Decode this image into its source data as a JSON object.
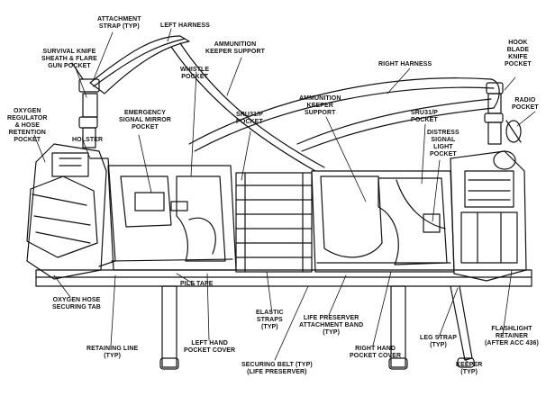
{
  "labels": {
    "attachment_strap": "ATTACHMENT\nSTRAP (TYP)",
    "left_harness": "LEFT HARNESS",
    "ammunition_keeper_support_top": "AMMUNITION\nKEEPER SUPPORT",
    "hook_blade_knife_pocket": "HOOK\nBLADE\nKNIFE\nPOCKET",
    "survival_knife": "SURVIVAL KNIFE\nSHEATH & FLARE\nGUN POCKET",
    "right_harness": "RIGHT HARNESS",
    "whistle_pocket": "WHISTLE\nPOCKET",
    "radio_pocket": "RADIO\nPOCKET",
    "oxygen_regulator": "OXYGEN\nREGULATOR\n& HOSE\nRETENTION\nPOCKET",
    "emergency_signal_mirror": "EMERGENCY\nSIGNAL MIRROR\nPOCKET",
    "sru31p_pocket_left": "SRU31/P\nPOCKET",
    "ammunition_keeper_support_mid": "AMMUNITION\nKEEPER\nSUPPORT",
    "sru31p_pocket_right": "SRU31/P\nPOCKET",
    "holster": "HOLSTER",
    "distress_signal_light": "DISTRESS\nSIGNAL\nLIGHT\nPOCKET",
    "pile_tape": "PILE TAPE",
    "elastic_straps": "ELASTIC\nSTRAPS\n(TYP)",
    "oxygen_hose_tab": "OXYGEN HOSE\nSECURING TAB",
    "life_preserver_band": "LIFE PRESERVER\nATTACHMENT BAND\n(TYP)",
    "left_hand_pocket_cover": "LEFT HAND\nPOCKET COVER",
    "retaining_line": "RETAINING LINE\n(TYP)",
    "right_hand_pocket_cover": "RIGHT HAND\nPOCKET COVER",
    "leg_strap": "LEG STRAP\n(TYP)",
    "flashlight_retainer": "FLASHLIGHT\nRETAINER\n(AFTER ACC 436)",
    "securing_belt": "SECURING BELT (TYP)\n(LIFE PRESERVER)",
    "keeper": "KEEPER\n(TYP)"
  }
}
